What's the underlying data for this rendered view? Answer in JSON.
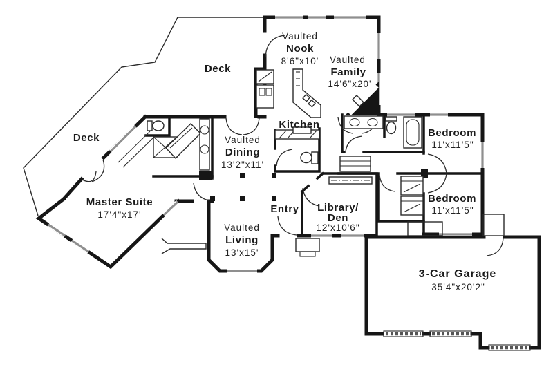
{
  "colors": {
    "background": "#ffffff",
    "wall": "#161616",
    "window": "#8f8f8f",
    "line": "#2a2a2a"
  },
  "rooms": {
    "deck_top": {
      "name": "Deck"
    },
    "deck_left": {
      "name": "Deck"
    },
    "nook": {
      "prefix": "Vaulted",
      "name": "Nook",
      "dims": "8'6\"x10'"
    },
    "family": {
      "prefix": "Vaulted",
      "name": "Family",
      "dims": "14'6\"x20'"
    },
    "kitchen": {
      "name": "Kitchen"
    },
    "dining": {
      "prefix": "Vaulted",
      "name": "Dining",
      "dims": "13'2\"x11'"
    },
    "master_suite": {
      "name": "Master Suite",
      "dims": "17'4\"x17'"
    },
    "entry": {
      "name": "Entry"
    },
    "library": {
      "name_line1": "Library/",
      "name_line2": "Den",
      "dims": "12'x10'6\""
    },
    "living": {
      "prefix": "Vaulted",
      "name": "Living",
      "dims": "13'x15'"
    },
    "bedroom_1": {
      "name": "Bedroom",
      "dims": "11'x11'5\""
    },
    "bedroom_2": {
      "name": "Bedroom",
      "dims": "11'x11'5\""
    },
    "garage": {
      "name": "3-Car Garage",
      "dims": "35'4\"x20'2\""
    }
  }
}
